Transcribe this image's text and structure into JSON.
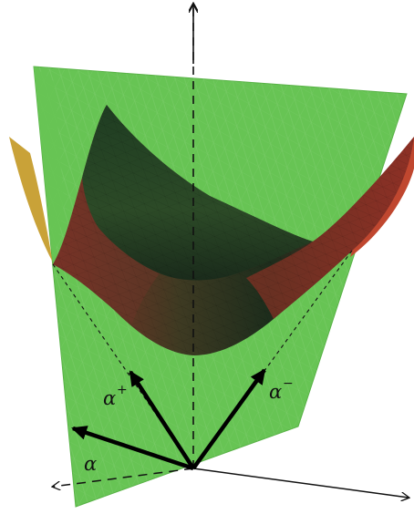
{
  "figure": {
    "labels": {
      "alpha": "α",
      "alpha_plus_base": "α",
      "alpha_plus_sup": "+",
      "alpha_minus_base": "α",
      "alpha_minus_sup": "−"
    },
    "colors": {
      "plane": "#67c454",
      "surface_dark": "#1e4226",
      "surface_mid": "#3d5c2e",
      "surface_edge": "#c0392b",
      "surface_rim": "#d4a43a",
      "axes": "#111111"
    }
  }
}
